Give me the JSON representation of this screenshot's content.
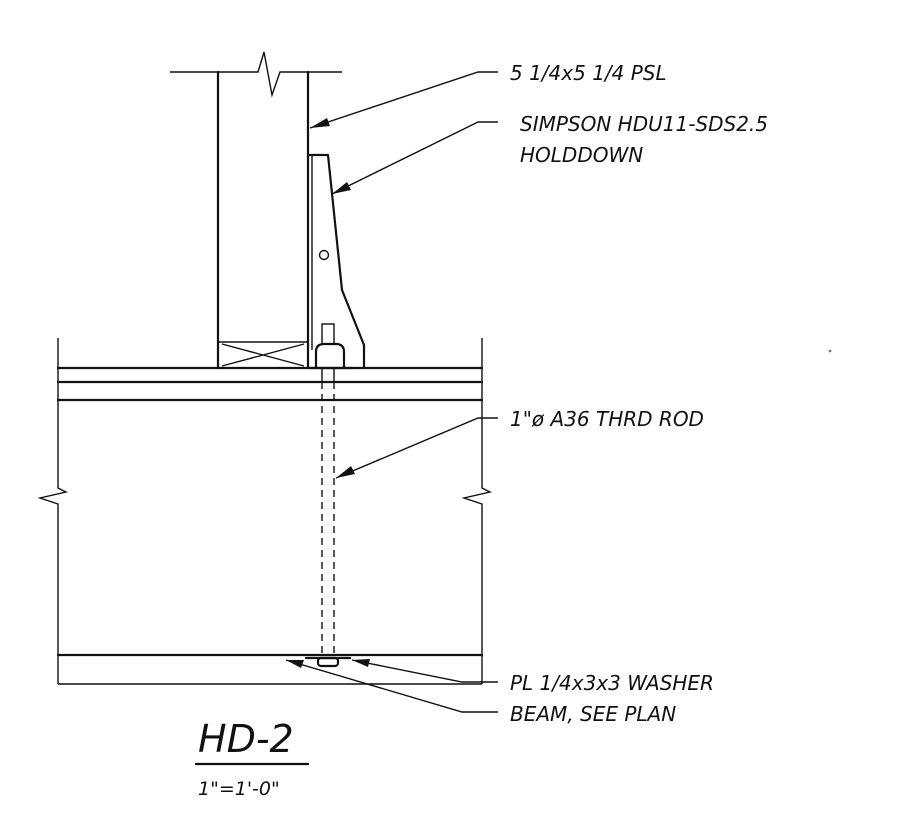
{
  "detail": {
    "callouts": {
      "psl": "5 1/4x5 1/4 PSL",
      "holddown_model": "SIMPSON HDU11-SDS2.5",
      "holddown_type": "HOLDDOWN",
      "rod": "1\"ø A36 THRD ROD",
      "washer": "PL 1/4x3x3 WASHER",
      "beam": "BEAM, SEE PLAN"
    },
    "title": "HD-2",
    "scale": "1\"=1'-0\""
  }
}
